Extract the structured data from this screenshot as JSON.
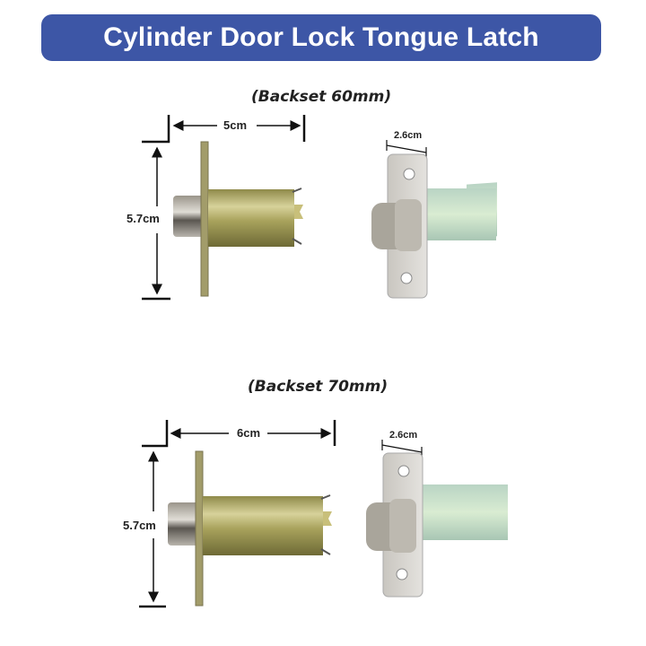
{
  "header": {
    "title": "Cylinder Door Lock Tongue Latch",
    "color": "#3d56a6"
  },
  "variants": [
    {
      "backset_label": "(Backset 60mm)",
      "length_label": "5cm",
      "height_label": "5.7cm",
      "faceplate_width_label": "2.6cm"
    },
    {
      "backset_label": "(Backset 70mm)",
      "length_label": "6cm",
      "height_label": "5.7cm",
      "faceplate_width_label": "2.6cm"
    }
  ]
}
